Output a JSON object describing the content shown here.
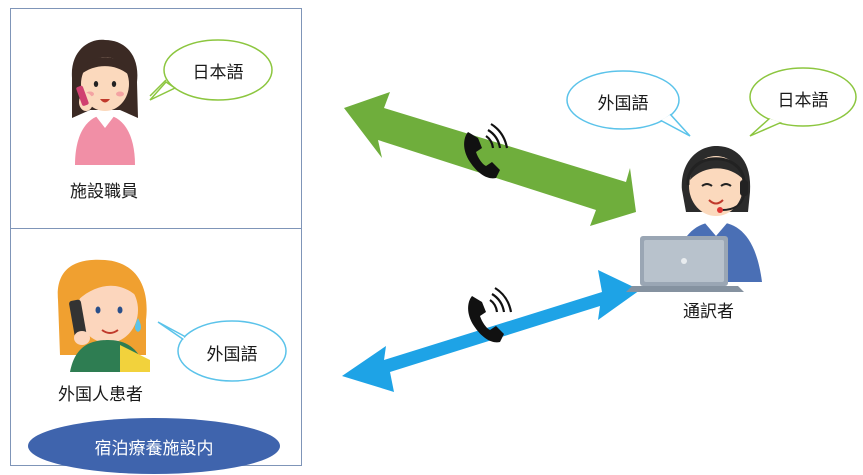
{
  "facility": {
    "staff_label": "施設職員",
    "patient_label": "外国人患者",
    "location_label": "宿泊療養施設内"
  },
  "interpreter": {
    "label": "通訳者"
  },
  "bubbles": {
    "staff_language": "日本語",
    "patient_language": "外国語",
    "interpreter_foreign": "外国語",
    "interpreter_japanese": "日本語"
  },
  "colors": {
    "top_arrow": "#6fae3c",
    "bottom_arrow": "#1ea3e6",
    "facility_ellipse": "#3f64ad",
    "bubble_outline": "#5bc3ea",
    "bubble_outline_green": "#8cc63f"
  },
  "icons": [
    "phone-icon",
    "phone-icon"
  ]
}
